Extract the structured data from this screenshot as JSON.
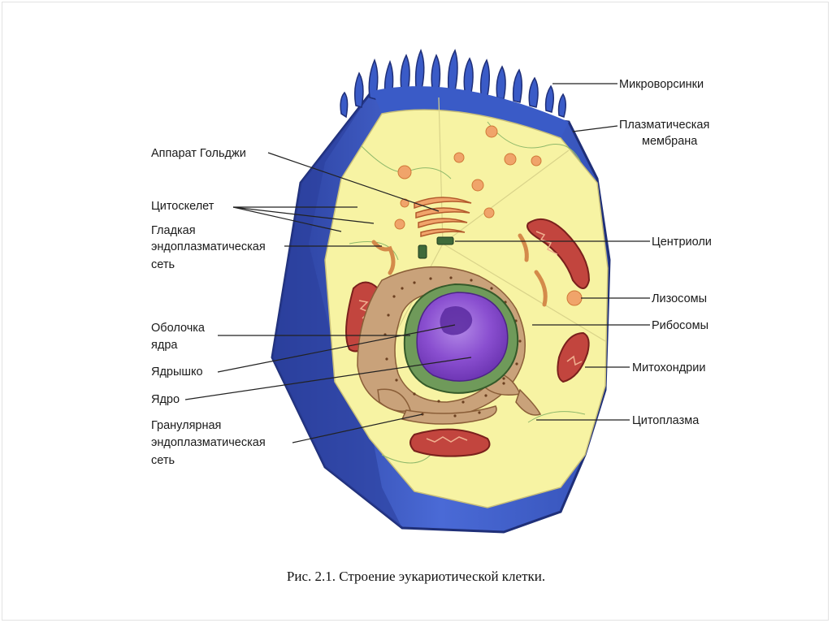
{
  "labels": {
    "microvilli": "Микроворсинки",
    "plasma_membrane_1": "Плазматическая",
    "plasma_membrane_2": "мембрана",
    "golgi": "Аппарат Гольджи",
    "cytoskeleton": "Цитоскелет",
    "smooth_er_1": "Гладкая",
    "smooth_er_2": "эндоплазматическая",
    "smooth_er_3": "сеть",
    "centrioles": "Центриоли",
    "lysosomes": "Лизосомы",
    "ribosomes": "Рибосомы",
    "nuclear_envelope_1": "Оболочка",
    "nuclear_envelope_2": "ядра",
    "nucleolus": "Ядрышко",
    "nucleus": "Ядро",
    "mitochondria": "Митохондрии",
    "cytoplasm": "Цитоплазма",
    "rough_er_1": "Гранулярная",
    "rough_er_2": "эндоплазматическая",
    "rough_er_3": "сеть"
  },
  "caption": "Рис. 2.1. Строение эукариотической клетки.",
  "colors": {
    "membrane_blue": "#3a5bc7",
    "cytoplasm_yellow": "#f7f3a3",
    "nucleus_purple": "#8a4fd0",
    "nuclear_envelope_green": "#6f9a5a",
    "mitochondria_red": "#c2453e",
    "organelle_salmon": "#f0a46a",
    "rough_er_brown": "#c9a27a"
  }
}
